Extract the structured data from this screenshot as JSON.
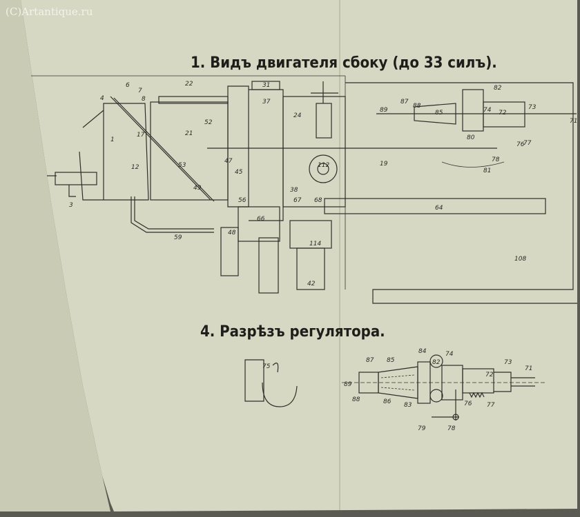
{
  "watermark": "(C)Artantique.ru",
  "titles": {
    "main": "1. Видъ двигателя сбоку (до 33 силъ).",
    "section": "4. Разрѣзъ регулятора."
  },
  "labels_top": [
    "1",
    "3",
    "4",
    "6",
    "7",
    "8",
    "12",
    "17",
    "19",
    "21",
    "22",
    "24",
    "31",
    "37",
    "38",
    "42",
    "45",
    "47",
    "48",
    "49",
    "52",
    "53",
    "56",
    "59",
    "64",
    "66",
    "67",
    "68",
    "71",
    "72",
    "73",
    "74",
    "76",
    "77",
    "78",
    "80",
    "81",
    "82",
    "85",
    "87",
    "88",
    "89",
    "108",
    "112",
    "114"
  ],
  "labels_bottom": [
    "71",
    "72",
    "73",
    "74",
    "75",
    "76",
    "77",
    "78",
    "79",
    "82",
    "83",
    "84",
    "85",
    "86",
    "87",
    "88",
    "89"
  ],
  "colors": {
    "paper": "#d9dbc6",
    "paper_shadow": "#c8cab4",
    "ink": "#2e2e2a",
    "background": "#5a5a52"
  }
}
